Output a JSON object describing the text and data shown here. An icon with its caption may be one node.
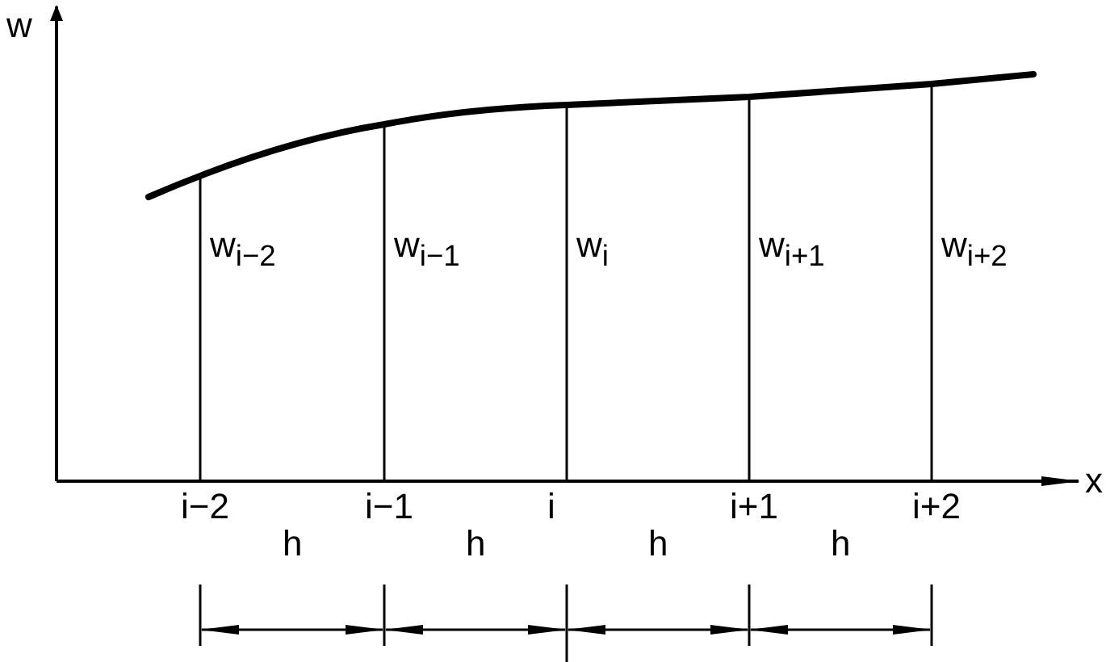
{
  "diagram": {
    "labels": [
      "w",
      "w$_{i−2}$",
      "w$_{i−1}$",
      "w$_{i}$",
      "w$_{i+1}$",
      "w$_{i+2}$",
      "x",
      "i−2",
      "i−1",
      "i",
      "i+1",
      "i+2",
      "h",
      "h",
      "h",
      "h"
    ]
  }
}
